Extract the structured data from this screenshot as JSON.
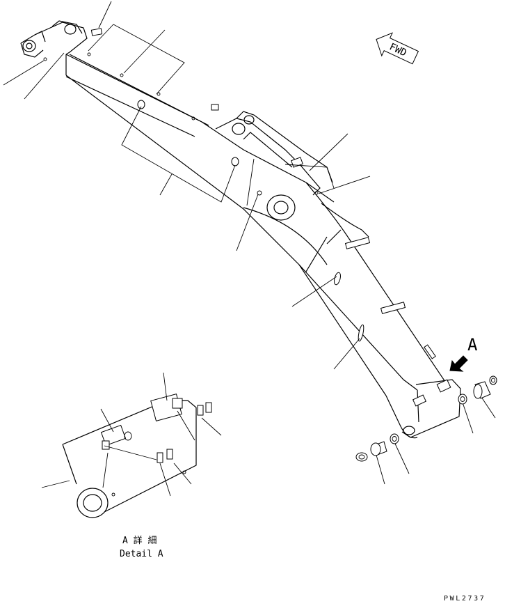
{
  "direction_marker": {
    "label": "FWD"
  },
  "view_marker": {
    "letter": "A"
  },
  "detail_caption": {
    "japanese": "A 詳 細",
    "english": "Detail A"
  },
  "drawing_number": "PWL2737"
}
